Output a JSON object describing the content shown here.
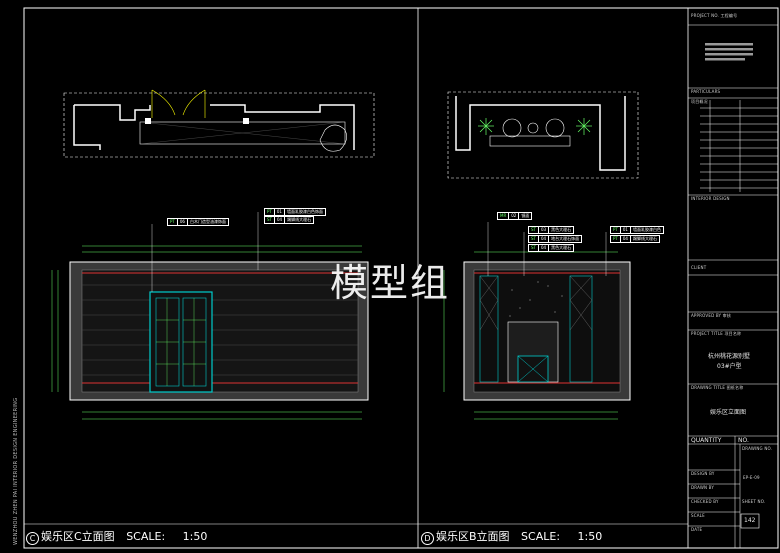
{
  "watermark": "模型组",
  "titles": {
    "left": {
      "circle": "C",
      "label": "娱乐区C立面图",
      "scale": "SCALE:",
      "ratio": "1:50"
    },
    "right": {
      "circle": "D",
      "label": "娱乐区B立面图",
      "scale": "SCALE:",
      "ratio": "1:50"
    }
  },
  "title_block": {
    "project_no": "PROJECT NO.  工程编号",
    "particulars": "PARTICULARS",
    "particulars_sub": "项目概况",
    "interior_design": "INTERIOR DESIGN",
    "client": "CLIENT",
    "approved_by": "APPROVED BY  审核",
    "project_title": "PROJECT TITLE  项目名称",
    "project_name_1": "杭州桃花源别墅",
    "project_name_2": "03#户型",
    "drawing_title": "DRAWING TITLE  图纸名称",
    "drawing_name": "娱乐区立面图",
    "quantity": "QUANTITY",
    "no": "NO.",
    "design_by": "DESIGN BY",
    "drawn_by": "DRAWN BY",
    "checked_by": "CHECKED BY",
    "scale": "SCALE",
    "date": "DATE",
    "drawing_no_label": "DRAWING NO.",
    "drawing_no": "EP-E-09",
    "sheet_no_label": "SHEET NO.",
    "sheet_no": "142"
  },
  "side_text": "WENZHOU ZHEN PAI INTERIOR DESIGN ENGINEERING",
  "elevation_c_notes": [
    {
      "code": "PT",
      "num": "06",
      "text": "白木门造型油漆饰面"
    },
    {
      "code": "PT",
      "num": "01",
      "text": "墙面乳胶漆白色饰面"
    },
    {
      "code": "ST",
      "num": "04",
      "text": "踢脚线大理石"
    }
  ],
  "elevation_d_notes": [
    {
      "code": "MR",
      "num": "02",
      "text": "镜面"
    },
    {
      "code": "ST",
      "num": "03",
      "text": "黑色大理石"
    },
    {
      "code": "ST",
      "num": "04",
      "text": "地台大理石饰面"
    },
    {
      "code": "ST",
      "num": "04",
      "text": "黑色大理石"
    },
    {
      "code": "PT",
      "num": "01",
      "text": "墙面乳胶漆白色"
    },
    {
      "code": "PT",
      "num": "04",
      "text": "踢脚线大理石"
    }
  ]
}
